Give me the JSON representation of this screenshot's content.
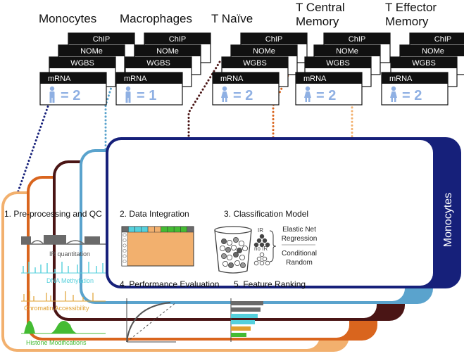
{
  "colors": {
    "monocytes": "#16207a",
    "macrophages": "#5aa3cd",
    "t_naive": "#4a1515",
    "t_central_memory": "#d9651e",
    "t_effector_memory": "#f2b06e",
    "person": "#8fb0e3",
    "ir_signal": "#6a6a6a",
    "dna_methylation": "#55d0dc",
    "chromatin_accessibility": "#e0a030",
    "histone_modifications": "#44bb33",
    "matrix_fill": "#f2b06e"
  },
  "cell_types": [
    {
      "key": "monocytes",
      "title_lines": [
        "Monocytes"
      ],
      "tab_label": "Monocytes",
      "count": "2",
      "person_icon": "male-person-icon"
    },
    {
      "key": "macrophages",
      "title_lines": [
        "Macrophages"
      ],
      "tab_label": "Macrophages",
      "count": "1",
      "person_icon": "male-person-icon"
    },
    {
      "key": "t_naive",
      "title_lines": [
        "T Naïve"
      ],
      "tab_label": "T Naïve",
      "count": "2",
      "person_icon": "female-person-icon"
    },
    {
      "key": "t_central_memory",
      "title_lines": [
        "T Central",
        "Memory"
      ],
      "tab_label": "T Central Memory",
      "count": "2",
      "person_icon": "female-person-icon"
    },
    {
      "key": "t_effector_memory",
      "title_lines": [
        "T Effector",
        "Memory"
      ],
      "tab_label": "T Effector Memory",
      "count": "2",
      "person_icon": "female-person-icon"
    }
  ],
  "assays": [
    "ChIP",
    "NOMe",
    "WGBS",
    "mRNA"
  ],
  "equals_sign": "=",
  "panel": {
    "step1": {
      "title": "1. Pre-processing and QC",
      "tracks": [
        "IR quantitation",
        "DNA Methylation",
        "Chromatin Accessibility",
        "Histone Modifications"
      ]
    },
    "step2": {
      "title": "2. Data Integration"
    },
    "step3": {
      "title": "3. Classification Model",
      "ir_label": "IR",
      "no_ir_label": "no IR",
      "model_lines": [
        "Elastic Net",
        "Regression",
        "Conditional",
        "Random"
      ]
    },
    "step4": {
      "title": "4. Performance Evaluation"
    },
    "step5": {
      "title": "5. Feature Ranking"
    }
  }
}
